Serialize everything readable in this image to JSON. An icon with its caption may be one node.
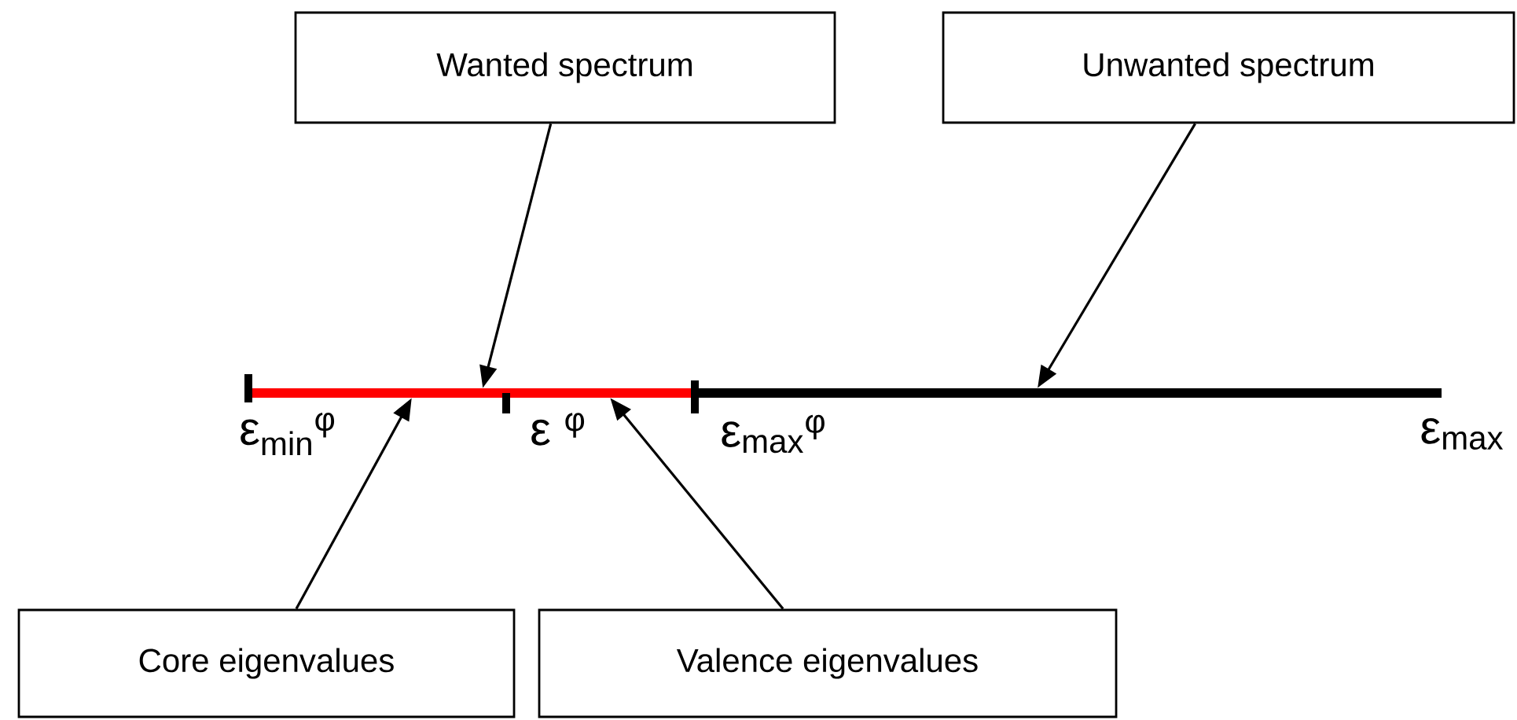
{
  "diagram": {
    "nodes": [
      {
        "text": [
          "Wanted spectrum"
        ]
      },
      {
        "text": [
          "Unwanted spectrum"
        ]
      },
      {
        "text": [
          "Core eigenvalues"
        ]
      },
      {
        "text": [
          "Valence eigenvalues"
        ]
      },
      {
        "text": [],
        "shape": "bar"
      },
      {
        "text": [],
        "shape": "bar"
      }
    ],
    "edges": [
      {
        "from": 0,
        "to": 4,
        "arrow": "to"
      },
      {
        "from": 1,
        "to": 5,
        "arrow": "to"
      },
      {
        "from": 2,
        "to": 4,
        "arrow": "to"
      },
      {
        "from": 3,
        "to": 4,
        "arrow": "to"
      }
    ],
    "labels": [
      "ε$_{min}$$^{φ}$",
      "ε $^{φ}$",
      "ε$_{max}$$^{φ}$",
      "ε$_{max}$"
    ]
  }
}
